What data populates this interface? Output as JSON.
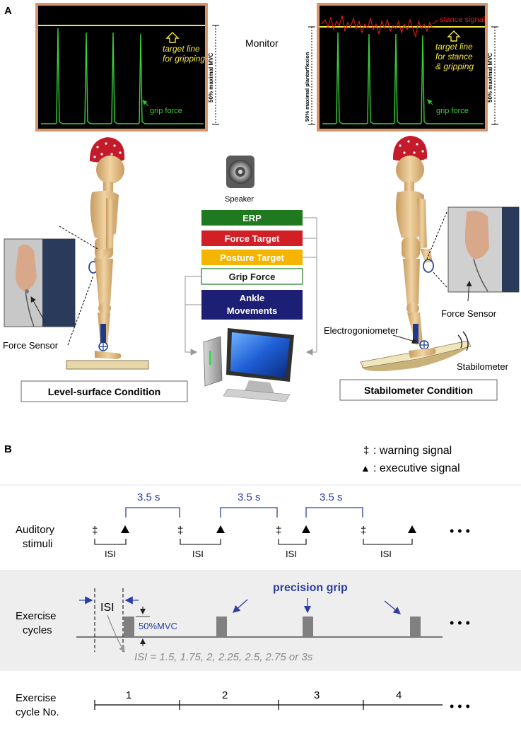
{
  "panel_a": {
    "label": "A",
    "monitor_label": "Monitor",
    "speaker_label": "Speaker",
    "left_monitor": {
      "target_text_1": "target line",
      "target_text_2": "for gripping",
      "grip_label": "grip force",
      "axis_label": "50% maximal MVC"
    },
    "right_monitor": {
      "stance_label": "stance signal",
      "target_text_1": "target line",
      "target_text_2": "for stance",
      "target_text_3": "& gripping",
      "grip_label": "grip force",
      "axis_left_label": "50% maximal plantarflexion",
      "axis_right_label": "50% maximal MVC"
    },
    "signals": [
      {
        "label": "ERP",
        "color": "#1f7a1f",
        "text_color": "#ffffff"
      },
      {
        "label": "Force Target",
        "color": "#d21f26",
        "text_color": "#ffffff"
      },
      {
        "label": "Posture Target",
        "color": "#f5b400",
        "text_color": "#ffffff"
      },
      {
        "label": "Grip Force",
        "color": "#ffffff",
        "text_color": "#1a1a1a"
      },
      {
        "label": "Ankle",
        "label2": "Movements",
        "color": "#1c1f73",
        "text_color": "#ffffff"
      }
    ],
    "force_sensor_left": "Force Sensor",
    "force_sensor_right": "Force Sensor",
    "electrogoniometer": "Electrogoniometer",
    "stabilometer": "Stabilometer",
    "level_condition": "Level-surface Condition",
    "stabilometer_condition": "Stabilometer Condition"
  },
  "panel_b": {
    "label": "B",
    "legend_warning_symbol": "‡",
    "legend_warning": ": warning signal",
    "legend_exec_symbol": "▲",
    "legend_exec": ": executive signal",
    "interval_label": "3.5 s",
    "auditory_1": "Auditory",
    "auditory_2": "stimuli",
    "isi": "ISI",
    "exercise_1": "Exercise",
    "exercise_2": "cycles",
    "precision_grip": "precision grip",
    "mvc": "50%MVC",
    "isi_values": "ISI = 1.5, 1.75, 2, 2.25, 2.5, 2.75 or 3s",
    "cycle_no_1": "Exercise",
    "cycle_no_2": "cycle No.",
    "cycle_numbers": [
      "1",
      "2",
      "3",
      "4"
    ],
    "ellipsis": "• • •"
  }
}
